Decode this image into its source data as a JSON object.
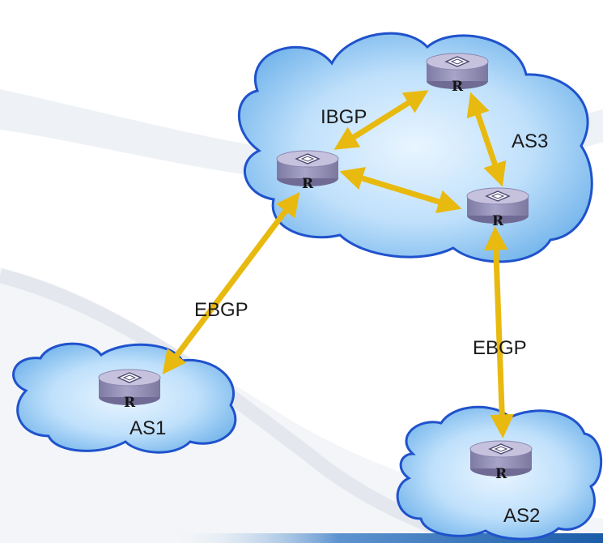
{
  "colors": {
    "cloud_fill_inner": "#e9f5ff",
    "cloud_fill_outer": "#6fb2ea",
    "cloud_stroke": "#1f52cc",
    "router_body": "#9b97bd",
    "router_top": "#c6c2de",
    "link": "#e8b90f",
    "background_swoosh": "#e4e8ee",
    "footer_bar": "#1b5ca8"
  },
  "icons": {
    "router": "router-cylinder-icon",
    "link": "double-arrow-icon"
  },
  "routers": [
    {
      "id": "r_as3_top",
      "label": "R"
    },
    {
      "id": "r_as3_left",
      "label": "R"
    },
    {
      "id": "r_as3_right",
      "label": "R"
    },
    {
      "id": "r_as1",
      "label": "R"
    },
    {
      "id": "r_as2",
      "label": "R"
    }
  ],
  "clouds": [
    {
      "id": "as3",
      "label": "AS3"
    },
    {
      "id": "as1",
      "label": "AS1"
    },
    {
      "id": "as2",
      "label": "AS2"
    }
  ],
  "links": [
    {
      "id": "ibgp_top_left",
      "from": "r_as3_left",
      "to": "r_as3_top",
      "label": "IBGP"
    },
    {
      "id": "ibgp_top_right",
      "from": "r_as3_top",
      "to": "r_as3_right",
      "label": ""
    },
    {
      "id": "ibgp_left_right",
      "from": "r_as3_left",
      "to": "r_as3_right",
      "label": ""
    },
    {
      "id": "ebgp_as1",
      "from": "r_as3_left",
      "to": "r_as1",
      "label": "EBGP"
    },
    {
      "id": "ebgp_as2",
      "from": "r_as3_right",
      "to": "r_as2",
      "label": "EBGP"
    }
  ]
}
